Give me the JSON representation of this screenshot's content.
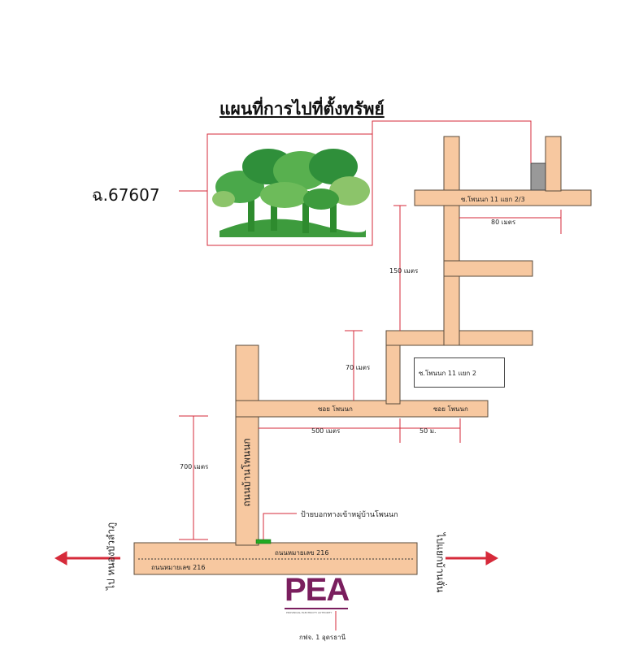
{
  "map": {
    "title": "แผนที่การไปที่ตั้งทรัพย์",
    "deed_number": "ฉ.67607",
    "colors": {
      "road": "#f7c8a0",
      "road_edge": "#5a4a3a",
      "callout": "#d62a3a",
      "arrow": "#d62a3a",
      "brand": "#7a1e5e",
      "marker": "#22aa22"
    },
    "roads": {
      "soi_11_2_3": "ซ.โพนนก 11 แยก 2/3",
      "soi_11_2": "ซ.โพนนก 11 แยก 2",
      "soi_ponnok_1": "ซอย โพนนก",
      "soi_ponnok_2": "ซอย โพนนก",
      "road_ban_ponnok": "ถนนบ้านโพนนก",
      "highway_216_a": "ถนนหมายเลข 216",
      "highway_216_b": "ถนนหมายเลข 216"
    },
    "distances": {
      "d80": "80 เมตร",
      "d150": "150 เมตร",
      "d70": "70 เมตร",
      "d500": "500 เมตร",
      "d50": "50 ม.",
      "d700": "700 เมตร"
    },
    "landmark": "ป้ายบอกทางเข้าหมู่บ้านโพนนก",
    "directions": {
      "left": "ไป หนองบัวลำภู",
      "right": "ไปแยกบ้านจั่น"
    },
    "pea": {
      "logo": "PEA",
      "tagline": "PROVINCIAL ELECTRICITY AUTHORITY",
      "branch": "กฟจ. 1 อุดรธานี"
    }
  }
}
